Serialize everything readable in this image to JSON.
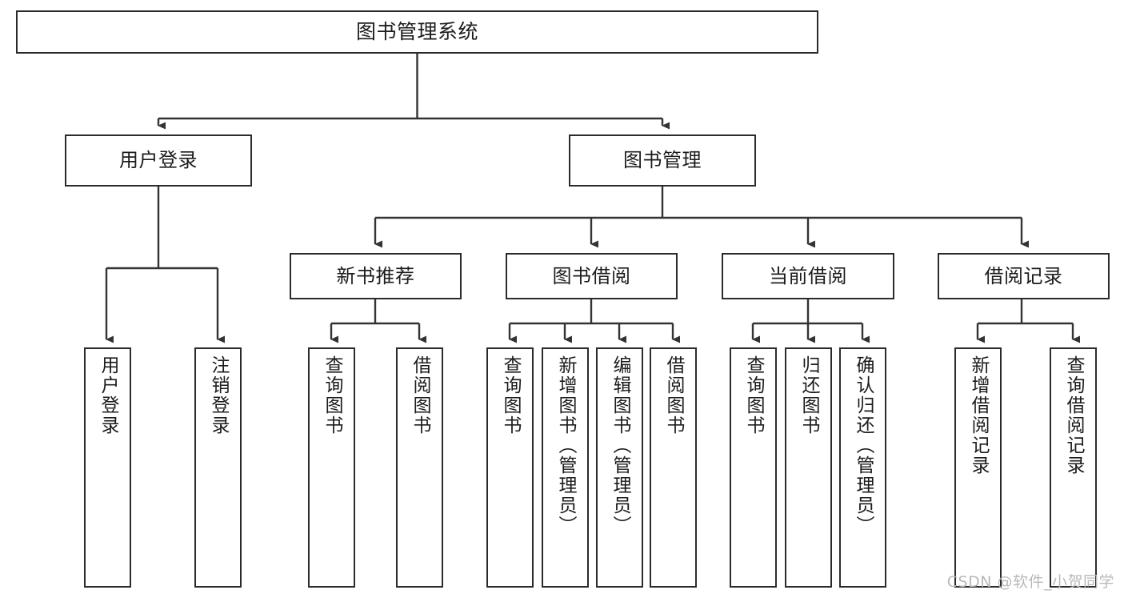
{
  "diagram": {
    "title": "图书管理系统",
    "watermark": "CSDN @软件_小贺同学",
    "colors": {
      "box_border": "#2b2b2b",
      "box_fill": "#ffffff",
      "edge": "#333333",
      "text": "#1c1c1c",
      "watermark": "#b9b9b9",
      "background": "#ffffff"
    },
    "levels": {
      "root": {
        "label": "图书管理系统"
      },
      "level2": [
        {
          "label": "用户登录"
        },
        {
          "label": "图书管理"
        }
      ],
      "level3": [
        {
          "label": "新书推荐"
        },
        {
          "label": "图书借阅"
        },
        {
          "label": "当前借阅"
        },
        {
          "label": "借阅记录"
        }
      ],
      "leaves": {
        "user_login": [
          {
            "label": "用户登录"
          },
          {
            "label": "注销登录"
          }
        ],
        "new_book_recommend": [
          {
            "label": "查询图书"
          },
          {
            "label": "借阅图书"
          }
        ],
        "book_borrow": [
          {
            "label": "查询图书"
          },
          {
            "label": "新增图书（管理员）"
          },
          {
            "label": "编辑图书（管理员）"
          },
          {
            "label": "借阅图书"
          }
        ],
        "current_borrow": [
          {
            "label": "查询图书"
          },
          {
            "label": "归还图书"
          },
          {
            "label": "确认归还（管理员）"
          }
        ],
        "borrow_record": [
          {
            "label": "新增借阅记录"
          },
          {
            "label": "查询借阅记录"
          }
        ]
      }
    }
  }
}
